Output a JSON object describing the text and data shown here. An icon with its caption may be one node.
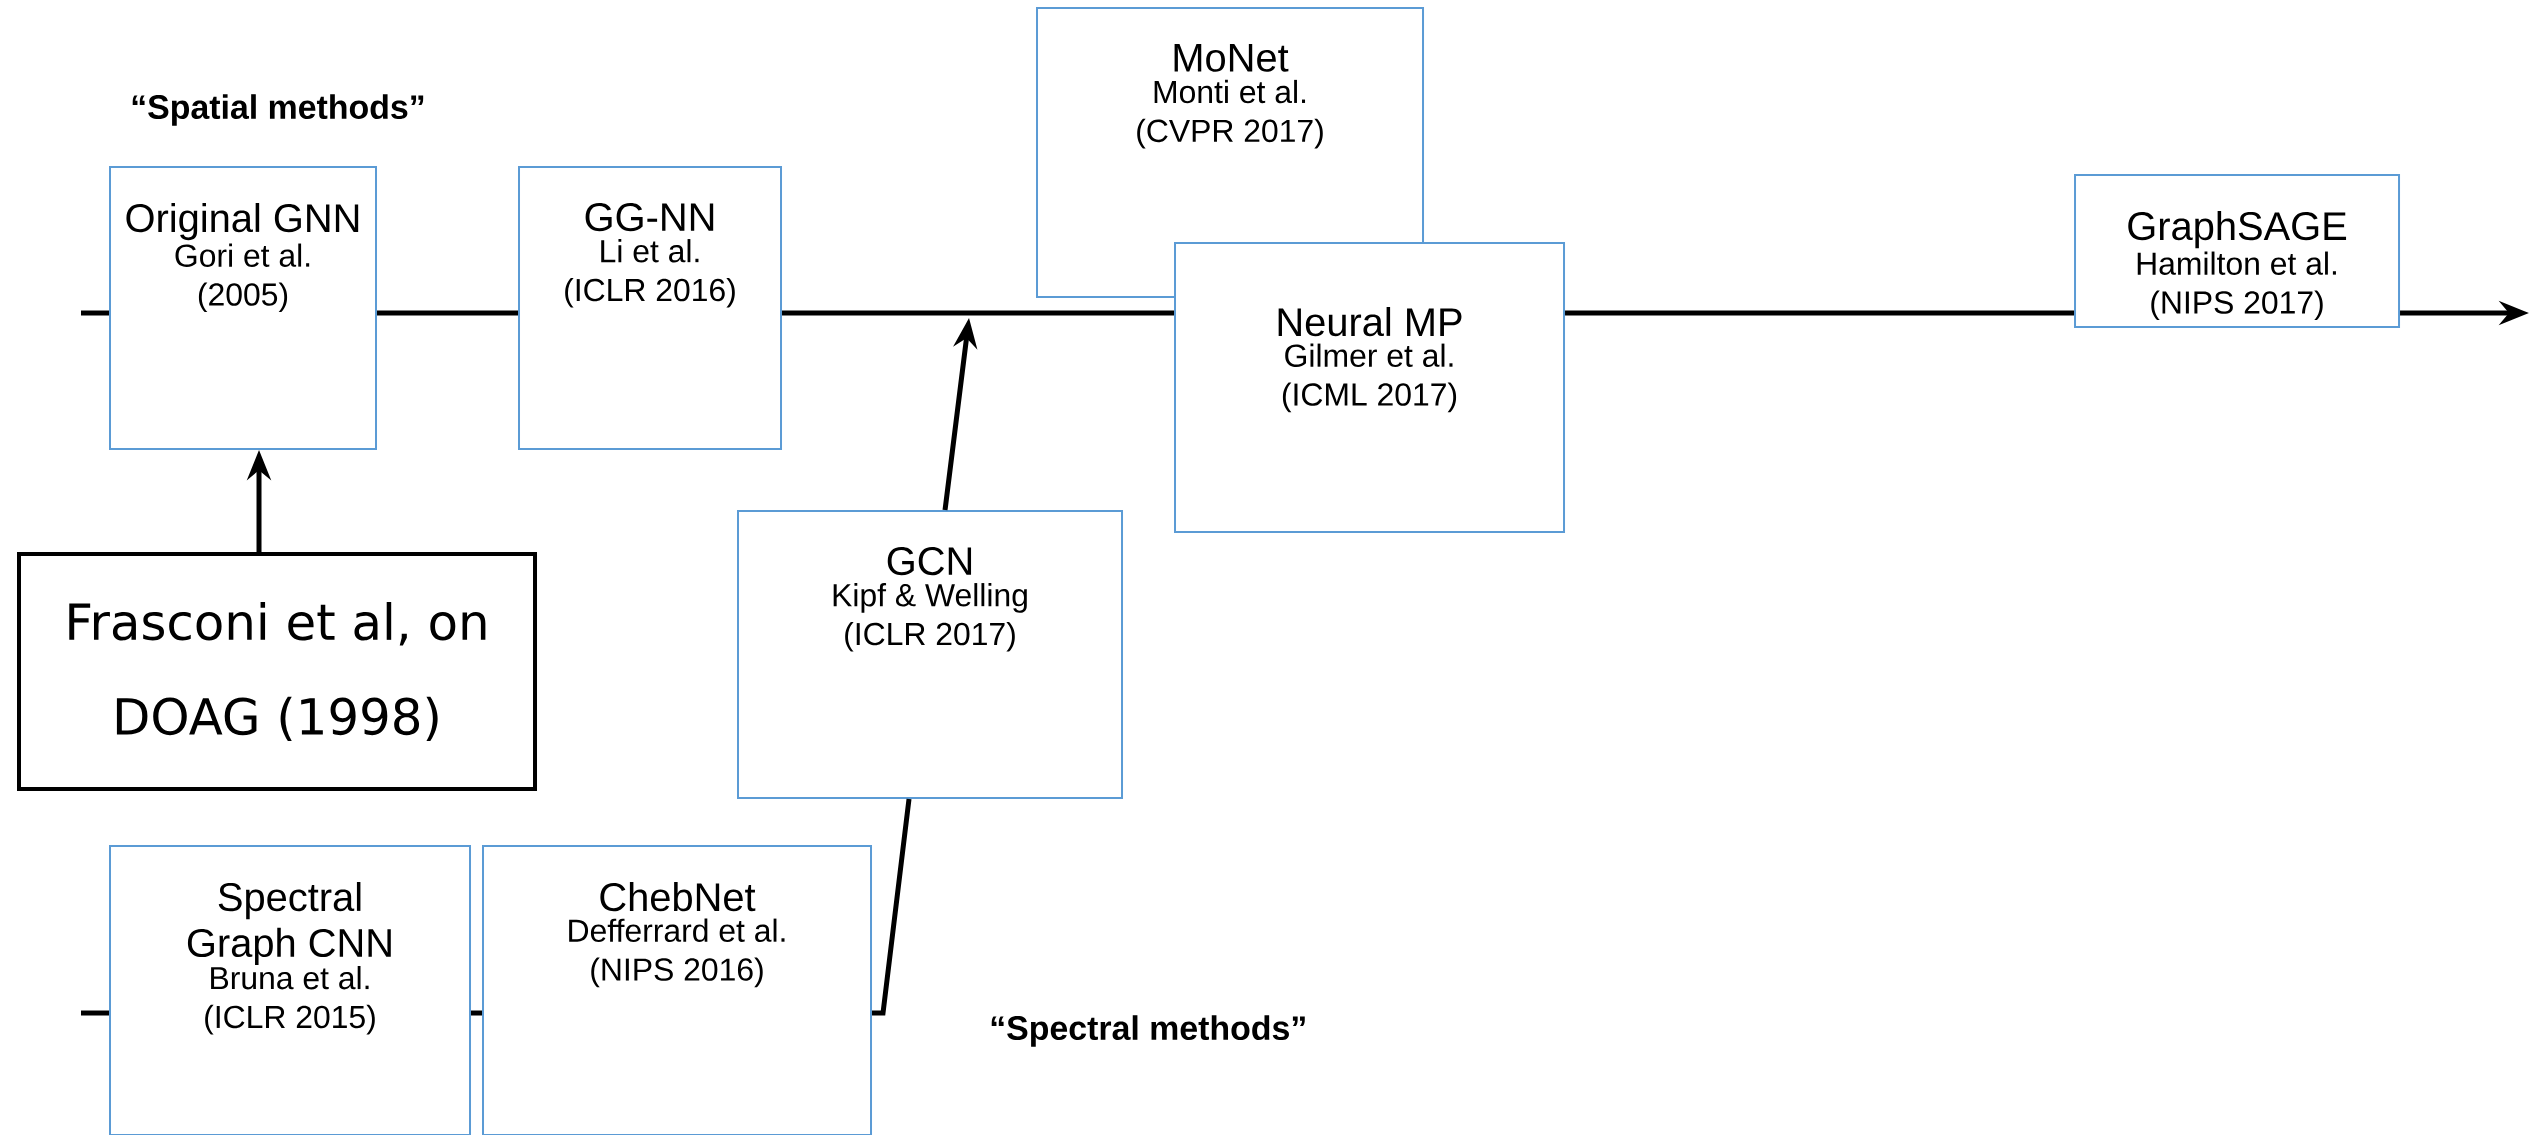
{
  "diagram": {
    "nodes": [
      {
        "text": [
          "Original GNN",
          "Gori et al.",
          "(2005)"
        ]
      },
      {
        "text": [
          "GG-NN",
          "Li et al.",
          "(ICLR 2016)"
        ]
      },
      {
        "text": [
          "MoNet",
          "Monti et al.",
          "(CVPR 2017)"
        ]
      },
      {
        "text": [
          "Neural MP",
          "Gilmer et al.",
          "(ICML 2017)"
        ]
      },
      {
        "text": [
          "GraphSAGE",
          "Hamilton et al.",
          "(NIPS 2017)"
        ]
      },
      {
        "text": [
          "Frasconi et al, on DOAG (1998)"
        ]
      },
      {
        "text": [
          "GCN",
          "Kipf & Welling",
          "(ICLR 2017)"
        ]
      },
      {
        "text": [
          "Spectral Graph CNN",
          "Bruna et al.",
          "(ICLR 2015)"
        ]
      },
      {
        "text": [
          "ChebNet",
          "Defferrard et al.",
          "(NIPS 2016)"
        ]
      }
    ],
    "edges": [
      {
        "from": null,
        "to": 0,
        "arrow": "none"
      },
      {
        "from": 0,
        "to": 1,
        "arrow": "none"
      },
      {
        "from": 1,
        "to": 3,
        "arrow": "none"
      },
      {
        "from": 3,
        "to": 4,
        "arrow": "none"
      },
      {
        "from": 4,
        "to": null,
        "arrow": "to"
      },
      {
        "from": 5,
        "to": 0,
        "arrow": "to"
      },
      {
        "from": null,
        "to": 7,
        "arrow": "none"
      },
      {
        "from": 7,
        "to": 8,
        "arrow": "none"
      },
      {
        "from": 8,
        "to": 6,
        "arrow": "none"
      },
      {
        "from": 6,
        "to": null,
        "arrow": "to"
      }
    ],
    "labels": [
      "“Spatial methods”",
      "“Spectral methods”"
    ]
  }
}
